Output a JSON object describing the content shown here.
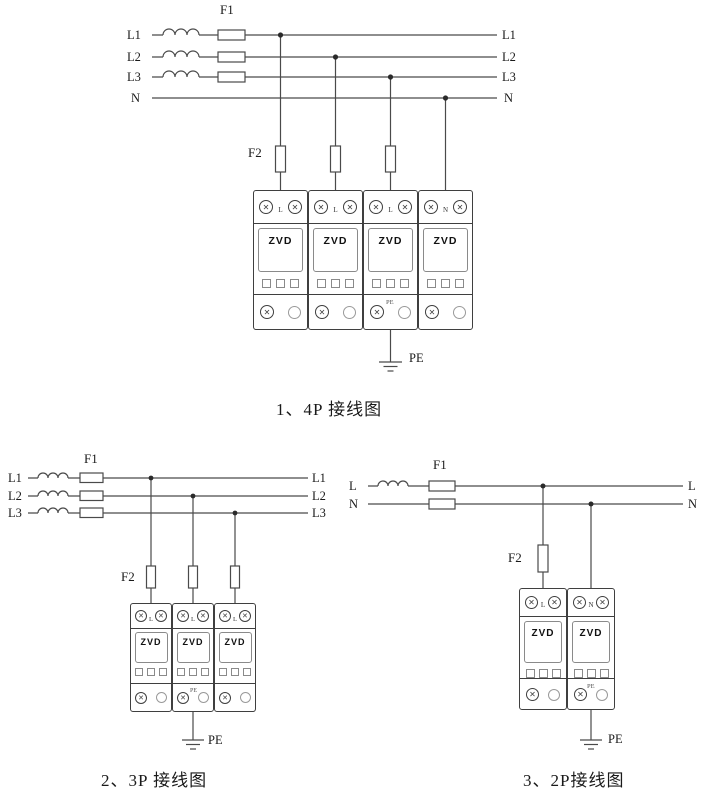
{
  "colors": {
    "wire": "#4a4a4a",
    "text": "#1a1a1a",
    "background": "#ffffff",
    "module_border": "#3f3f3f"
  },
  "diagrams": [
    {
      "caption": "1、4P 接线图",
      "f1_label": "F1",
      "f2_label": "F2",
      "pe_label": "PE",
      "brand": "ZVD",
      "left_labels": [
        "L1",
        "L2",
        "L3",
        "N"
      ],
      "right_labels": [
        "L1",
        "L2",
        "L3",
        "N"
      ],
      "module_terminals": [
        "L",
        "L",
        "L",
        "N"
      ],
      "pe_terminal_label": "PE"
    },
    {
      "caption": "2、3P 接线图",
      "f1_label": "F1",
      "f2_label": "F2",
      "pe_label": "PE",
      "brand": "ZVD",
      "left_labels": [
        "L1",
        "L2",
        "L3"
      ],
      "right_labels": [
        "L1",
        "L2",
        "L3"
      ],
      "module_terminals": [
        "L",
        "L",
        "L"
      ],
      "pe_terminal_label": "PE"
    },
    {
      "caption": "3、2P接线图",
      "f1_label": "F1",
      "f2_label": "F2",
      "pe_label": "PE",
      "brand": "ZVD",
      "left_labels": [
        "L",
        "N"
      ],
      "right_labels": [
        "L",
        "N"
      ],
      "module_terminals": [
        "L",
        "N"
      ],
      "pe_terminal_label": "PE"
    }
  ]
}
